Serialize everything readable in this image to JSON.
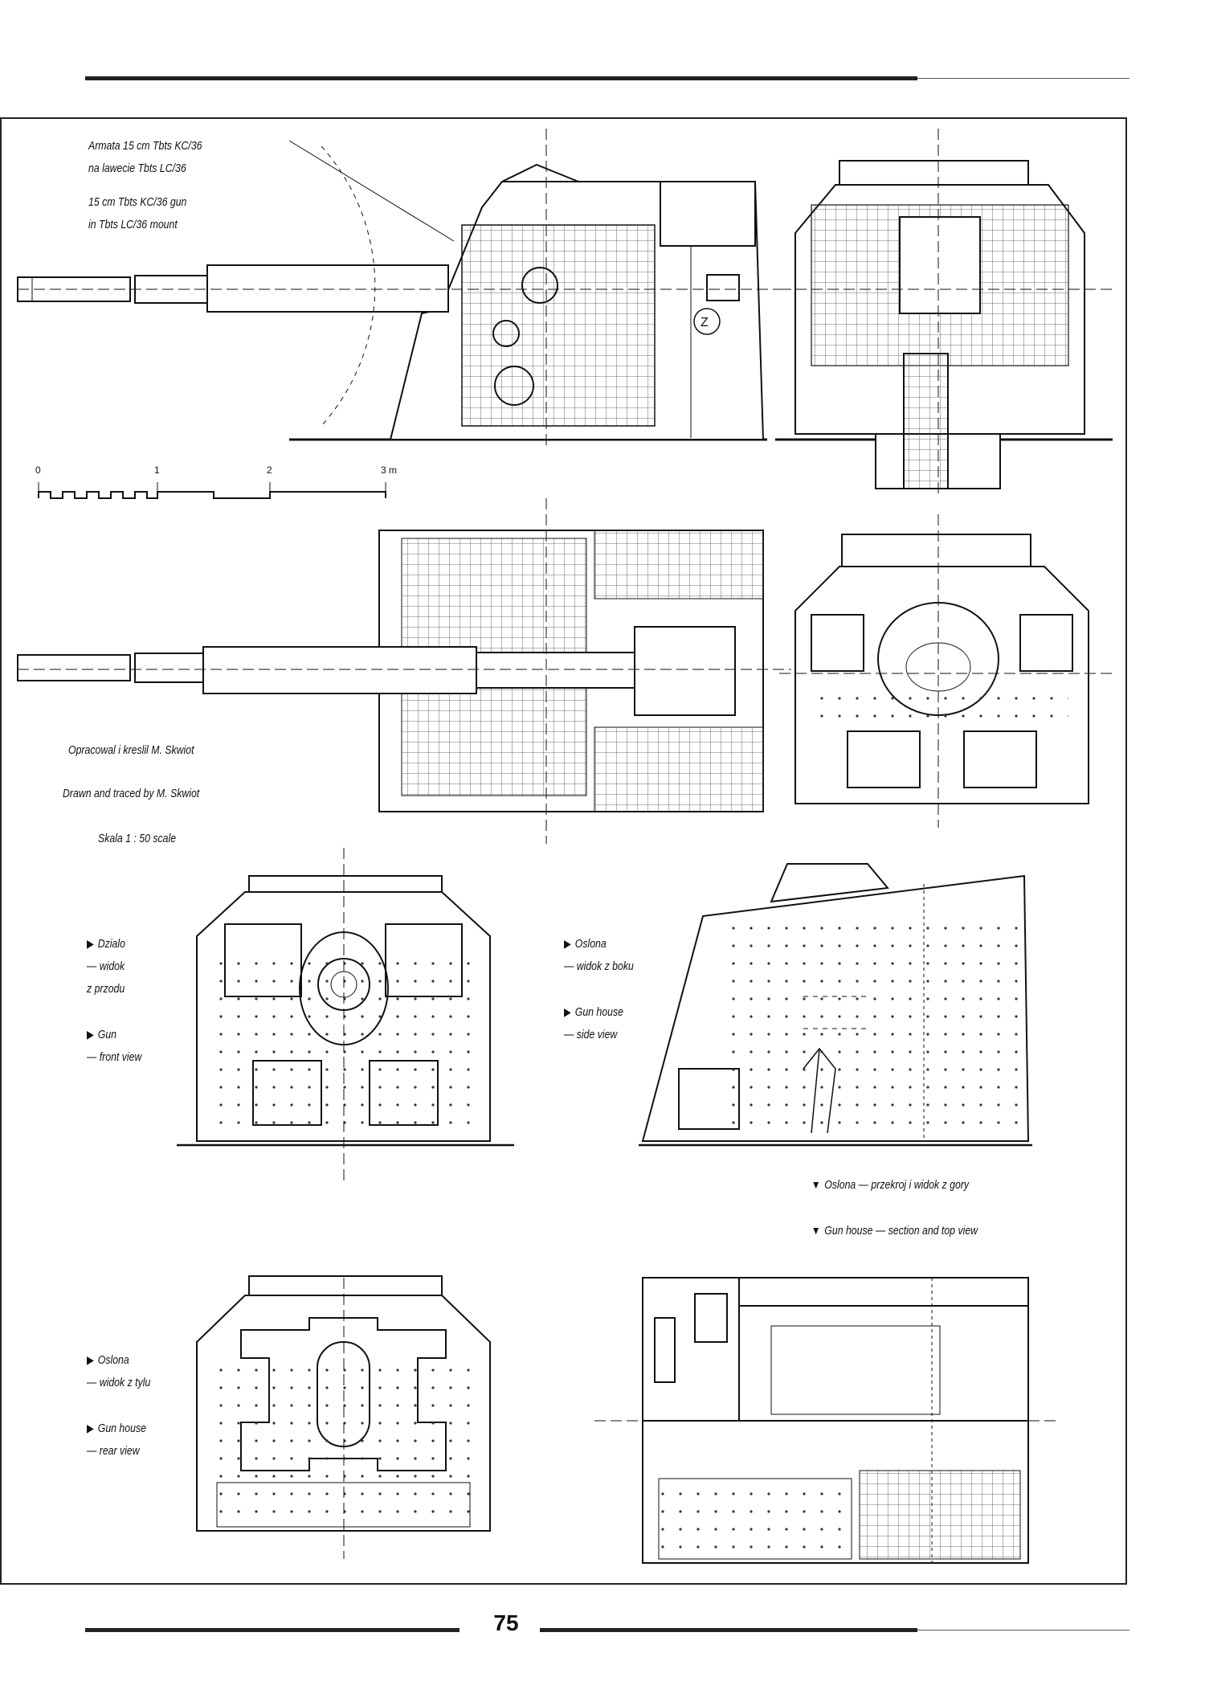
{
  "header": {},
  "captions": {
    "gun_pl_1": "Armata 15 cm Tbts KC/36",
    "gun_pl_2": "na lawecie Tbts LC/36",
    "gun_en_1": "15 cm Tbts KC/36 gun",
    "gun_en_2": "in Tbts LC/36 mount",
    "drawn_pl": "Opracowal i kreslil M. Skwiot",
    "drawn_en": "Drawn and traced by M. Skwiot",
    "scale": "Skala 1 : 50 scale",
    "front_pl_1": "Dzialo",
    "front_pl_2": "— widok",
    "front_pl_3": "z przodu",
    "front_en_1": "Gun",
    "front_en_2": "— front view",
    "side_pl_1": "Oslona",
    "side_pl_2": "— widok z boku",
    "side_en_1": "Gun house",
    "side_en_2": "— side view",
    "section_pl": "Oslona — przekroj i widok z gory",
    "section_en": "Gun house — section and top view",
    "rear_pl_1": "Oslona",
    "rear_pl_2": "— widok z tylu",
    "rear_en_1": "Gun house",
    "rear_en_2": "— rear view"
  },
  "scale_bar": {
    "ticks": [
      "0",
      "1",
      "2",
      "3 m"
    ]
  },
  "callout": "Z",
  "footer": {
    "page_number": "75"
  }
}
